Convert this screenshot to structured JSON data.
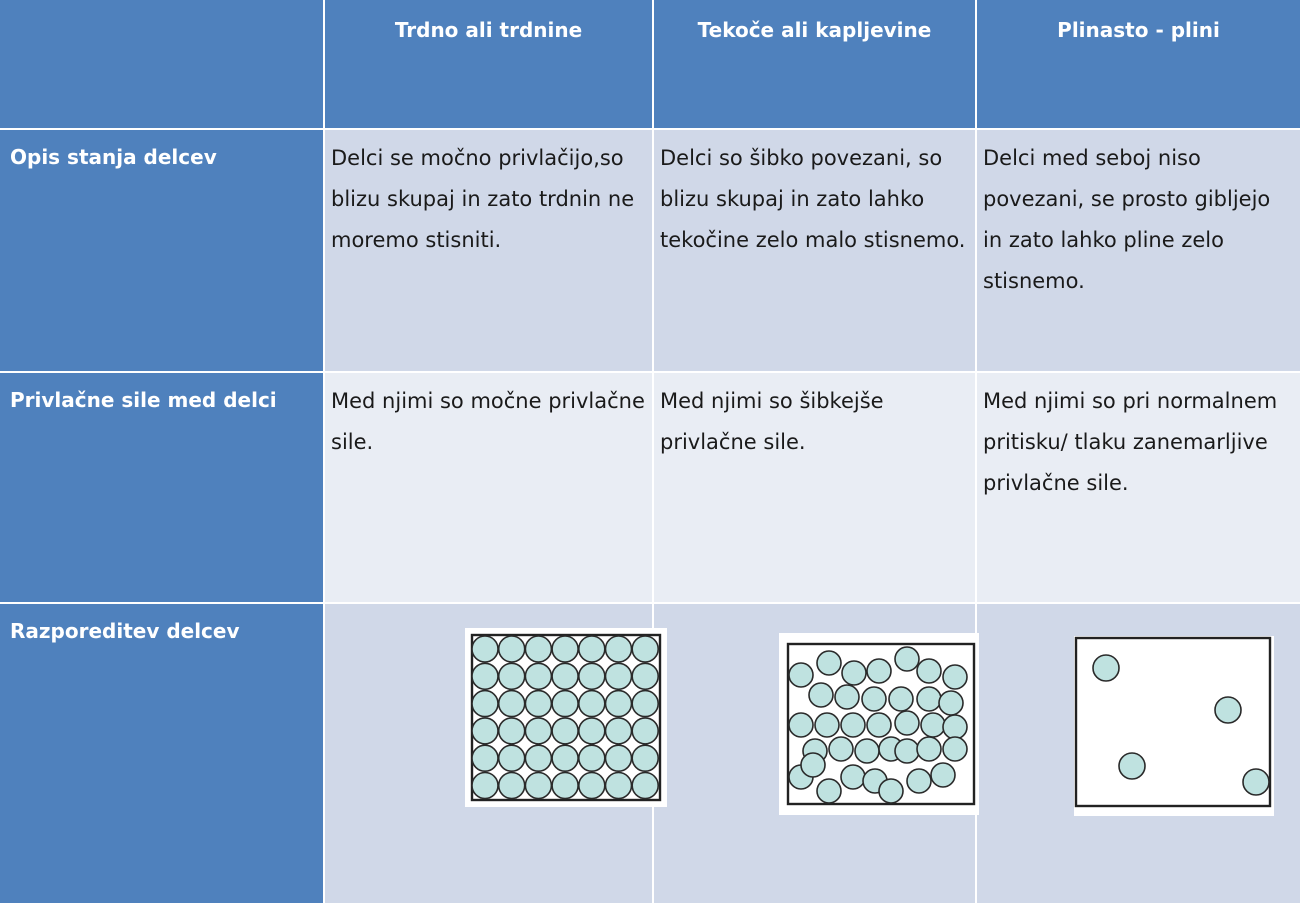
{
  "table": {
    "columns": [
      "",
      "Trdno ali trdnine",
      "Tekoče ali kapljevine",
      "Plinasto - plini"
    ],
    "rows": [
      {
        "label": "Opis stanja delcev",
        "cells": [
          "Delci se močno privlačijo,so blizu skupaj in zato trdnin  ne moremo stisniti.",
          "Delci so šibko povezani, so blizu skupaj in zato lahko tekočine zelo malo stisnemo.",
          "Delci med seboj niso povezani, se prosto gibljejo in zato lahko pline zelo stisnemo."
        ]
      },
      {
        "label": "Privlačne sile med delci",
        "cells": [
          "Med njimi so močne privlačne sile.",
          "Med njimi so šibkejše privlačne sile.",
          "Med njimi so pri normalnem pritisku/ tlaku zanemarljive privlačne sile."
        ]
      },
      {
        "label": "Razporeditev delcev",
        "images": [
          "solid-particles-diagram",
          "liquid-particles-diagram",
          "gas-particles-diagram"
        ]
      }
    ]
  },
  "colors": {
    "header_blue": "#4f81bd",
    "row_band_dark": "#d0d8e8",
    "row_band_light": "#e9edf4",
    "particle_fill": "#bfe2e0"
  }
}
